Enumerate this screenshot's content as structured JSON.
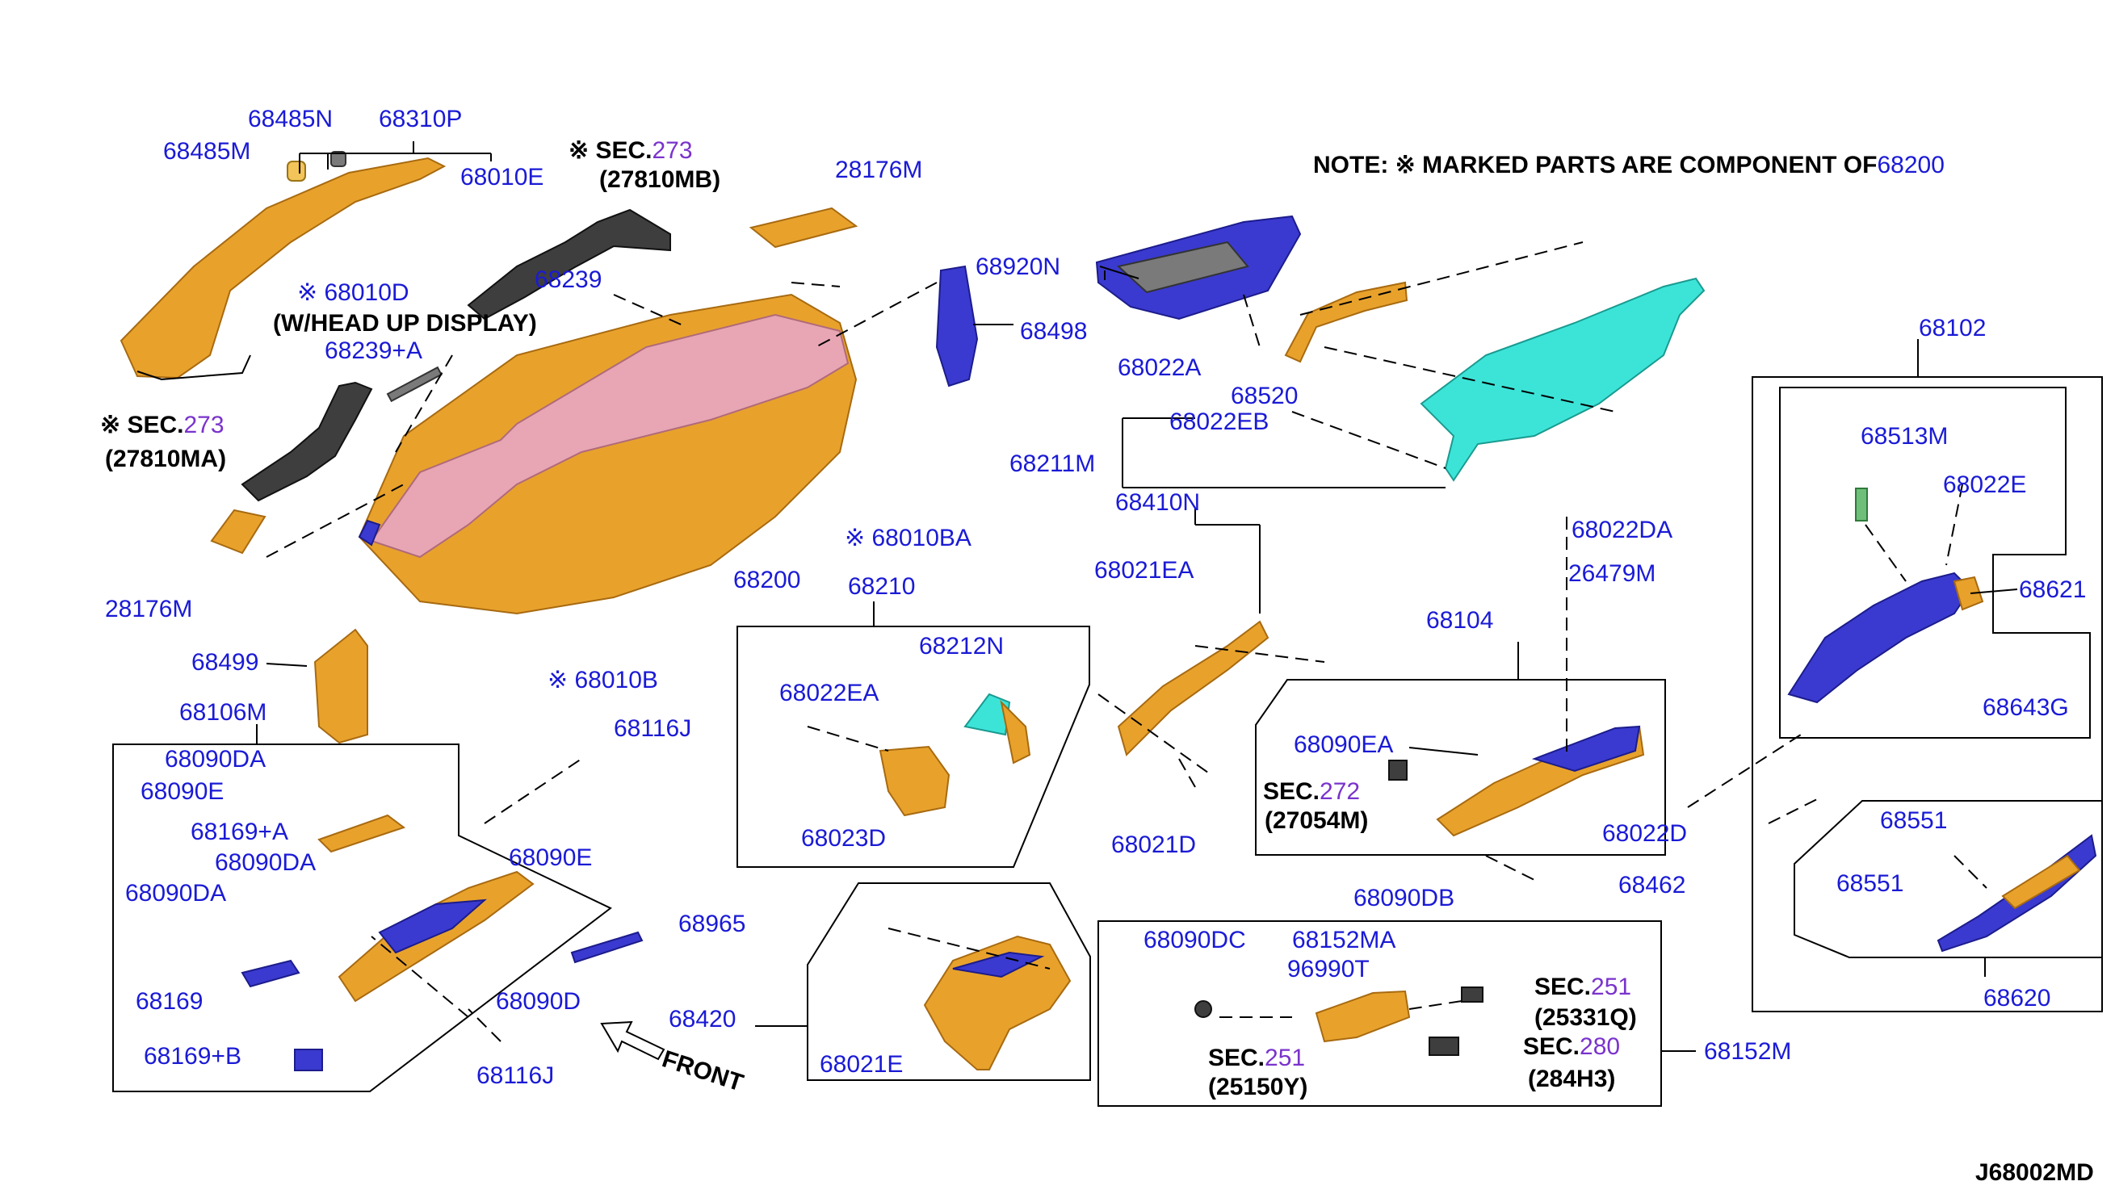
{
  "note": {
    "prefix": "NOTE: ※  MARKED PARTS ARE COMPONENT OF",
    "ref": "68200"
  },
  "diagram_id": "J68002MD",
  "front_label": "FRONT",
  "parts": {
    "p68485N": "68485N",
    "p68310P": "68310P",
    "p68485M": "68485M",
    "p68010E": "68010E",
    "p68010D": "※ 68010D",
    "hud": "(W/HEAD UP DISPLAY)",
    "p68239": "68239",
    "p68239A": "68239+A",
    "p28176M_top": "28176M",
    "p28176M_left": "28176M",
    "p68200": "68200",
    "p68010BA": "※ 68010BA",
    "p68010B": "※ 68010B",
    "p68498": "68498",
    "p68920N": "68920N",
    "p68022A": "68022A",
    "p68520": "68520",
    "p68022EB": "68022EB",
    "p68211M": "68211M",
    "p68410N": "68410N",
    "p68022DA": "68022DA",
    "p68021EA": "68021EA",
    "p26479M": "26479M",
    "p68102": "68102",
    "p68513M": "68513M",
    "p68022E": "68022E",
    "p68621": "68621",
    "p68643G": "68643G",
    "p68210": "68210",
    "p68212N": "68212N",
    "p68022EA": "68022EA",
    "p68023D": "68023D",
    "p68499": "68499",
    "p68106M": "68106M",
    "p68090DA_1": "68090DA",
    "p68090E_1": "68090E",
    "p68169A": "68169+A",
    "p68090DA_2": "68090DA",
    "p68090E_2": "68090E",
    "p68090DA_3": "68090DA",
    "p68169": "68169",
    "p68090D": "68090D",
    "p68169B": "68169+B",
    "p68116J_1": "68116J",
    "p68116J_2": "68116J",
    "p68965": "68965",
    "p68420": "68420",
    "p68021E": "68021E",
    "p68021D": "68021D",
    "p68104": "68104",
    "p68090EA": "68090EA",
    "p68090DB": "68090DB",
    "p68462": "68462",
    "p68022D": "68022D",
    "p68551_1": "68551",
    "p68551_2": "68551",
    "p68620": "68620",
    "p68090DC": "68090DC",
    "p68152MA": "68152MA",
    "p96990T": "96990T",
    "p68152M": "68152M"
  },
  "sections": {
    "s27810MB": {
      "mark": "※ SEC.",
      "num": "273",
      "code": "(27810MB)"
    },
    "s27810MA": {
      "mark": "※ SEC.",
      "num": "273",
      "code": "(27810MA)"
    },
    "s27054M": {
      "mark": "SEC.",
      "num": "272",
      "code": "(27054M)"
    },
    "s25331Q": {
      "mark": "SEC.",
      "num": "251",
      "code": "(25331Q)"
    },
    "s25150Y": {
      "mark": "SEC.",
      "num": "251",
      "code": "(25150Y)"
    },
    "s284H3": {
      "mark": "SEC.",
      "num": "280",
      "code": "(284H3)"
    }
  },
  "colors": {
    "part_number": "#1a1ad6",
    "section_number": "#7a33cc",
    "orange_part": "#e8a22c",
    "blue_part": "#3a3ad0",
    "pink_pad": "#e8a6b4",
    "cyan_part": "#3ce4d8",
    "grey_part": "#7a7a7a"
  }
}
